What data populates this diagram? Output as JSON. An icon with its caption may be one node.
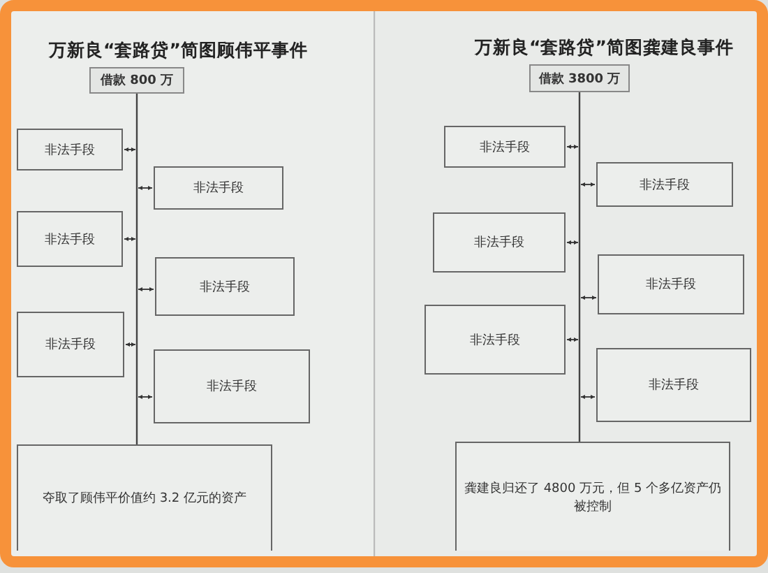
{
  "diagram": {
    "nodes": [
      {
        "text": [
          "借款 800 万"
        ]
      },
      {
        "text": [
          "非法手段"
        ]
      },
      {
        "text": [
          "非法手段"
        ]
      },
      {
        "text": [
          "非法手段"
        ]
      },
      {
        "text": [
          "非法手段"
        ]
      },
      {
        "text": [
          "非法手段"
        ]
      },
      {
        "text": [
          "非法手段"
        ]
      },
      {
        "text": [
          "夺取了顾伟平价值约 3.2 亿元的资产"
        ]
      },
      {
        "text": [
          "借款 3800 万"
        ]
      },
      {
        "text": [
          "非法手段"
        ]
      },
      {
        "text": [
          "非法手段"
        ]
      },
      {
        "text": [
          "非法手段"
        ]
      },
      {
        "text": [
          "非法手段"
        ]
      },
      {
        "text": [
          "非法手段"
        ]
      },
      {
        "text": [
          "非法手段"
        ]
      },
      {
        "text": [
          "龚建良归还了 4800 万元，但 5 个多亿资产仍被控制"
        ]
      }
    ],
    "edges": [
      {
        "from": 0,
        "to": 7,
        "arrow": "none"
      },
      {
        "from": null,
        "to": 1,
        "arrow": "both"
      },
      {
        "from": null,
        "to": 2,
        "arrow": "both"
      },
      {
        "from": null,
        "to": 3,
        "arrow": "both"
      },
      {
        "from": null,
        "to": 4,
        "arrow": "both"
      },
      {
        "from": null,
        "to": 5,
        "arrow": "both"
      },
      {
        "from": null,
        "to": 6,
        "arrow": "both"
      },
      {
        "from": 8,
        "to": 15,
        "arrow": "none"
      },
      {
        "from": null,
        "to": 9,
        "arrow": "both"
      },
      {
        "from": null,
        "to": 10,
        "arrow": "both"
      },
      {
        "from": null,
        "to": 11,
        "arrow": "both"
      },
      {
        "from": null,
        "to": 12,
        "arrow": "both"
      },
      {
        "from": null,
        "to": 13,
        "arrow": "both"
      },
      {
        "from": null,
        "to": 14,
        "arrow": "both"
      }
    ],
    "labels": [
      "万新良“套路贷”简图顾伟平事件",
      "万新良“套路贷”简图龚建良事件"
    ]
  }
}
